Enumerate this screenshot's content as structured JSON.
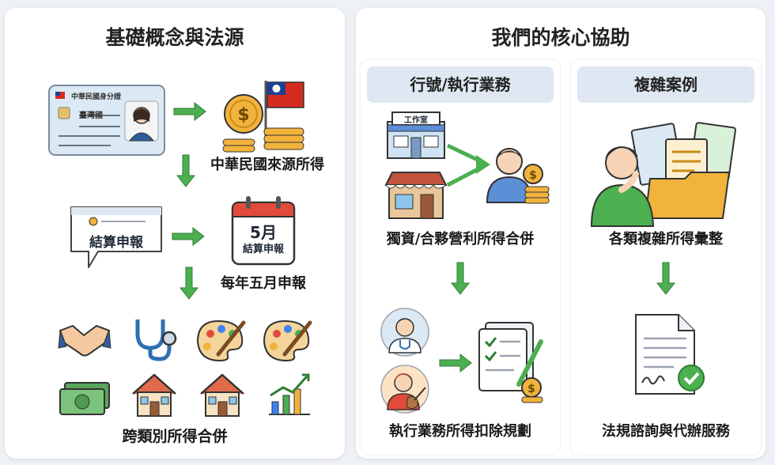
{
  "left": {
    "title": "基礎概念與法源",
    "id_card": {
      "header": "中華民國身分證",
      "name": "臺灣國"
    },
    "income_label": "中華民國來源所得",
    "settle_bubble": "結算申報",
    "calendar": {
      "month": "5月",
      "text": "結算申報"
    },
    "may_label": "每年五月申報",
    "combine_label": "跨類別所得合併"
  },
  "right": {
    "title": "我們的核心協助",
    "tab1": {
      "header": "行號/執行業務",
      "shop_sign": "工作室",
      "merge_label": "獨資/合夥營利所得合併",
      "deduct_label": "執行業務所得扣除規劃"
    },
    "tab2": {
      "header": "複雜案例",
      "complex_label": "各類複雜所得彙整",
      "service_label": "法規諮詢與代辦服務"
    }
  },
  "colors": {
    "arrow": "#4caf50",
    "pill": "#dfe7f3",
    "coin": "#f2b33d",
    "flag_red": "#d52b1e",
    "flag_blue": "#1c3f94"
  }
}
